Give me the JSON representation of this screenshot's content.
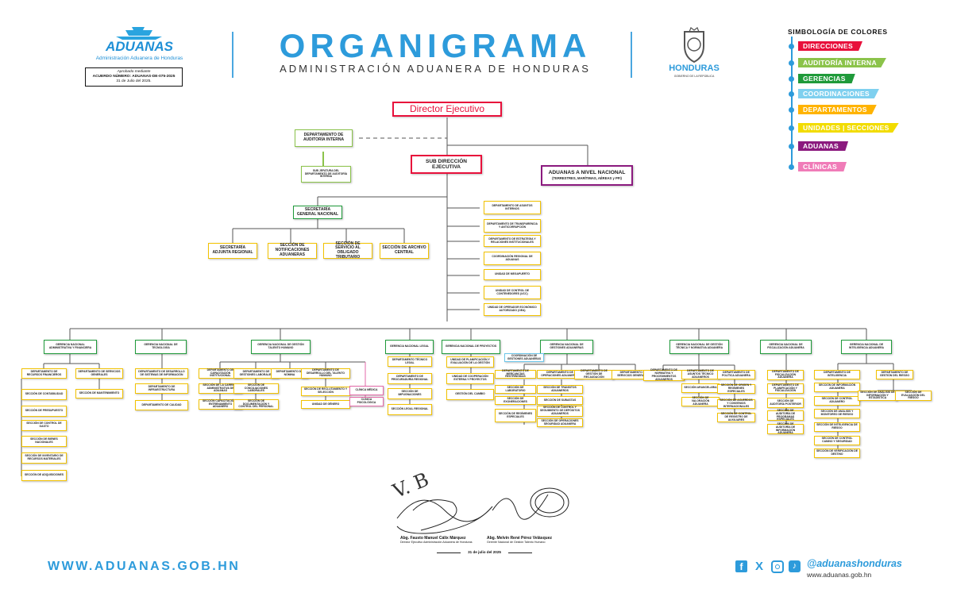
{
  "header": {
    "logo_text": "ADUANAS",
    "logo_sub": "Administración Aduanera de Honduras",
    "approval": {
      "line1": "Aprobado mediante",
      "line2": "ACUERDO NÚMERO: ADUANAS-DE-075-2025",
      "line3": "31 de Julio del 2025."
    },
    "title": "ORGANIGRAMA",
    "subtitle": "ADMINISTRACIÓN ADUANERA DE HONDURAS",
    "honduras": "HONDURAS",
    "honduras_sub": "GOBIERNO DE LA REPÚBLICA"
  },
  "legend": {
    "title": "SIMBOLOGÍA DE COLORES",
    "items": [
      {
        "label": "DIRECCIONES",
        "color": "#e8103b"
      },
      {
        "label": "AUDITORÍA INTERNA",
        "color": "#8bc34a"
      },
      {
        "label": "GERENCIAS",
        "color": "#1f9a3a"
      },
      {
        "label": "COORDINACIONES",
        "color": "#7fd0ef"
      },
      {
        "label": "DEPARTAMENTOS",
        "color": "#ffb300"
      },
      {
        "label": "UNIDADES | SECCIONES",
        "color": "#f2dc00"
      },
      {
        "label": "ADUANAS",
        "color": "#8b1a7e"
      },
      {
        "label": "CLÍNICAS",
        "color": "#f07cb8"
      }
    ]
  },
  "top": {
    "director": "Director Ejecutivo",
    "auditoria": "DEPARTAMENTO DE AUDITORÍA INTERNA",
    "sub_auditoria": "SUB JEFATURA DEL DEPARTAMENTO DE AUDITORÍA INTERNA",
    "subdir": "SUB DIRECCIÓN EJECUTIVA",
    "aduanas_nac": "ADUANAS A NIVEL NACIONAL",
    "aduanas_nac_sub": "(TERRESTRES, MARÍTIMAS, AÉREAS y PFI)",
    "secretaria": "SECRETARÍA GENERAL NACIONAL",
    "sec_children": [
      "SECRETARÍA ADJUNTA REGIONAL",
      "SECCIÓN DE NOTIFICACIONES ADUANERAS",
      "SECCIÓN DE SERVICIO AL OBLIGADO TRIBUTARIO",
      "SECCIÓN DE ARCHIVO CENTRAL"
    ],
    "right_deps": [
      "DEPARTAMENTO DE ASUNTOS INTERNOS",
      "DEPARTAMENTO DE TRANSPARENCIA Y ANTICORRUPCIÓN",
      "DEPARTAMENTO DE ESTRATEGIA Y RELACIONES INSTITUCIONALES",
      "COORDINACIÓN REGIONAL DE ADUANAS",
      "UNIDAD DE MEGAPUERTO",
      "UNIDAD DE CONTROL DE CONTENEDORES (UCC)",
      "UNIDAD DE OPERADOR ECONÓMICO AUTORIZADO (OEA)"
    ]
  },
  "gerencias": [
    "GERENCIA NACIONAL ADMINISTRATIVA Y FINANCIERA",
    "GERENCIA NACIONAL DE TECNOLOGÍA",
    "GERENCIA NACIONAL DE GESTIÓN TALENTO HUMANO",
    "GERENCIA NACIONAL LEGAL",
    "GERENCIA NACIONAL DE PROYECTOS",
    "GERENCIA NACIONAL DE GESTIONES ADUANERAS",
    "GERENCIA NACIONAL DE GESTIÓN TÉCNICA Y NORMATIVA ADUANERA",
    "GERENCIA NACIONAL DE FISCALIZACIÓN ADUANERA",
    "GERENCIA NACIONAL DE INTELIGENCIA ADUANERA"
  ],
  "g1": {
    "dep_a": "DEPARTAMENTO DE RECURSOS FINANCIEROS",
    "dep_b": "DEPARTAMENTO DE SERVICIOS GENERALES",
    "sec_a": [
      "SECCIÓN DE CONTABILIDAD",
      "SECCIÓN DE PRESUPUESTO",
      "SECCIÓN DE CONTROL DE GASTO",
      "SECCIÓN DE BIENES NACIONALES",
      "SECCIÓN DE INVENTARIO DE RECURSOS MATERIALES",
      "SECCIÓN DE ADQUISICIONES"
    ],
    "sec_b": "SECCIÓN DE MANTENIMIENTO"
  },
  "g2": [
    "DEPARTAMENTO DE DESARROLLO DE SISTEMAS DE INFORMACIÓN",
    "DEPARTAMENTO DE INFRAESTRUCTURA",
    "DEPARTAMENTO DE CALIDAD"
  ],
  "g3": {
    "dep1": "DEPARTAMENTO DE CAPACITACIÓN INSTITUCIONAL",
    "dep1_sec": [
      "SECCIÓN DE LA CARRERA ADMINISTRATIVA DE ADUANAS",
      "SECCIÓN CAPACITACIÓN Y ENTRENAMIENTO ADUANERO"
    ],
    "dep2": "DEPARTAMENTO DE GESTIONES LABORALES",
    "dep2_sec": [
      "SECCIÓN DE CONCILIACIONES LABORALES",
      "SECCIÓN DE DOCUMENTACIÓN Y CONTROL DEL PERSONAL"
    ],
    "dep3": "DEPARTAMENTO DE NÓMINA",
    "dep4": "DEPARTAMENTO DE DESARROLLO DEL TALENTO HUMANO",
    "dep4_sec": [
      "SECCIÓN DE RECLUTAMIENTO Y SELECCIÓN",
      "UNIDAD DE GÉNERO"
    ],
    "clinicas": [
      "CLÍNICA MÉDICA",
      "CLÍNICA PSICOLÓGICA"
    ]
  },
  "g4": [
    "DEPARTAMENTO TÉCNICO LEGAL",
    "DEPARTAMENTO DE PROCURADURÍA REGIONAL",
    "SECCIÓN DE IMPUGNACIONES",
    "SECCIÓN LEGAL REGIONAL"
  ],
  "g5": [
    "UNIDAD DE PLANIFICACIÓN Y EVALUACIÓN DE LA GESTIÓN",
    "UNIDAD DE COOPERACIÓN EXTERNA Y PROYECTOS",
    "GESTIÓN DEL CAMBIO"
  ],
  "g6": {
    "coord": "COORDINACIÓN DE GESTIONES ADUANERAS",
    "col1": [
      "DEPARTAMENTO DE MERCANCÍAS RESTRINGIDAS",
      "SECCIÓN DE LABORATORIO",
      "SECCIÓN DE EXONERACIONES",
      "SECCIÓN DE REGÍMENES ESPECIALES"
    ],
    "col2": [
      "DEPARTAMENTO DE OPERACIONES ADUANERAS",
      "SECCIÓN DE TRÁNSITOS ADUANEROS",
      "SECCIÓN DE SUBASTAS",
      "SECCIÓN DE CONTROL Y SEGUIMIENTO DE DEPÓSITOS ADUANEROS",
      "SECCIÓN DE OPERACIONES SEGURIDAD ADUANERA"
    ],
    "col3": "DEPARTAMENTO DE GESTIÓN DE RECAUDACIÓN",
    "col4": "DEPARTAMENTO DE SERVICIOS GENERALES"
  },
  "g7": {
    "col1": [
      "DEPARTAMENTO DE NORMATIVA Y PROCEDIMIENTOS ADUANEROS"
    ],
    "col2": [
      "DEPARTAMENTO DE ASUNTOS TÉCNICO ADUANEROS",
      "SECCIÓN ARANCELARIA",
      "SECCIÓN DE VALORACIÓN ADUANERA"
    ],
    "col3": [
      "DEPARTAMENTO DE POLÍTICA ADUANERA",
      "SECCIÓN DE ORIGEN Y REGÍMENES ESPECIALES",
      "SECCIÓN DE ACUERDOS Y CONVENIOS INTERNACIONALES",
      "SECCIÓN DE CONTROL DE REGISTRO DE AUXILIARES"
    ]
  },
  "g8": [
    "DEPARTAMENTO DE FISCALIZACIÓN ADUANERA",
    "DEPARTAMENTO DE PLANIFICACIÓN Y FISCALIZACIÓN",
    "SECCIÓN DE AUDITORÍA POSTERIOR",
    "SECCIÓN DE AUDITORÍA DE PROGRAMAS ESPECIALES",
    "SECCIÓN DE AUDITORÍA DE INFORMACIÓN ADUANERA"
  ],
  "g9": {
    "dep1": "DEPARTAMENTO DE INTELIGENCIA",
    "dep1_sec": [
      "SECCIÓN DE INFORMACIÓN ADUANERA",
      "SECCIÓN DE CONTROL ADUANERO",
      "SECCIÓN DE ANÁLISIS Y MONITOREO DE RIESGO",
      "SECCIÓN DE INTELIGENCIA DE RIESGO",
      "SECCIÓN DE CONTROL CANINO Y SEGURIDAD",
      "SECCIÓN DE VERIFICACIÓN DE DESTINO"
    ],
    "dep2": "DEPARTAMENTO DE GESTIÓN DEL RIESGO",
    "dep2_sec": [
      "SECCIÓN DE ANÁLISIS DE INFORMACIÓN Y ESTADÍSTICA",
      "SECCIÓN DE EVALUACIÓN DEL RIESGO"
    ]
  },
  "signatures": {
    "s1_name": "Abg. Fausto Manuel Cálix Márquez",
    "s1_role": "Director Ejecutivo Administración Aduanera de Honduras",
    "s2_name": "Abg. Melvin René Pérez Velásquez",
    "s2_role": "Gerente Nacional de Gestión Talento Humano",
    "date": "31 de julio del 2025"
  },
  "footer": {
    "website": "WWW.ADUANAS.GOB.HN",
    "handle": "@aduanashonduras",
    "site_small": "www.aduanas.gob.hn"
  }
}
